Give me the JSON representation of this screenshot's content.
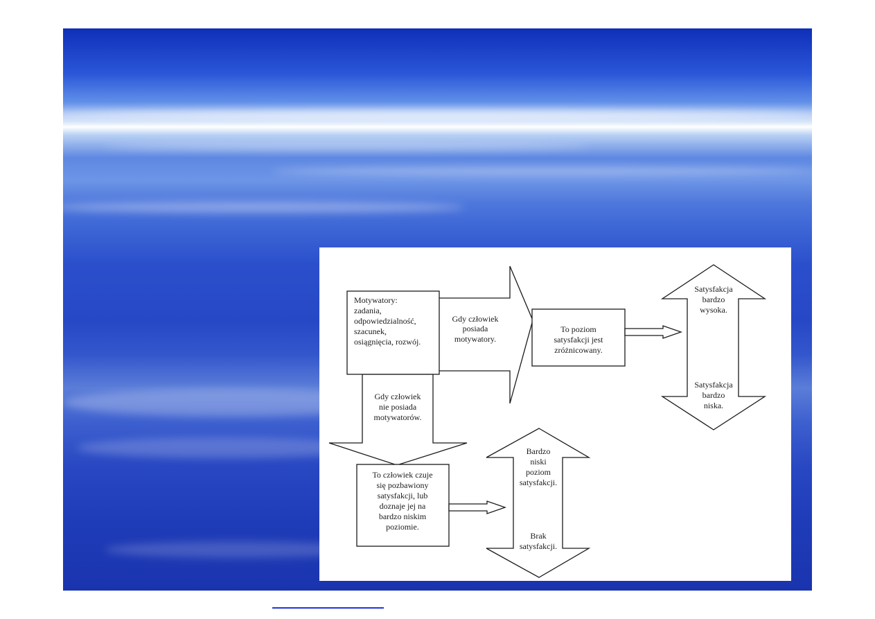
{
  "diagram": {
    "motivators_box": [
      "Motywatory:",
      "zadania,",
      "odpowiedzialność,",
      "szacunek,",
      "osiągnięcia, rozwój."
    ],
    "has_motivators_arrow": [
      "Gdy człowiek",
      "posiada",
      "motywatory."
    ],
    "satisfaction_varied_box": [
      "To poziom",
      "satysfakcji jest",
      "zróżnicowany."
    ],
    "high_low_arrow": {
      "top": [
        "Satysfakcja",
        "bardzo",
        "wysoka."
      ],
      "bottom": [
        "Satysfakcja",
        "bardzo",
        "niska."
      ]
    },
    "no_motivators_arrow": [
      "Gdy człowiek",
      "nie posiada",
      "motywatorów."
    ],
    "deprived_box": [
      "To człowiek czuje",
      "się pozbawiony",
      "satysfakcji, lub",
      "doznaje jej na",
      "bardzo niskim",
      "poziomie."
    ],
    "low_none_arrow": {
      "top": [
        "Bardzo",
        "niski",
        "poziom",
        "satysfakcji."
      ],
      "bottom": [
        "Brak",
        "satysfakcji."
      ]
    }
  }
}
